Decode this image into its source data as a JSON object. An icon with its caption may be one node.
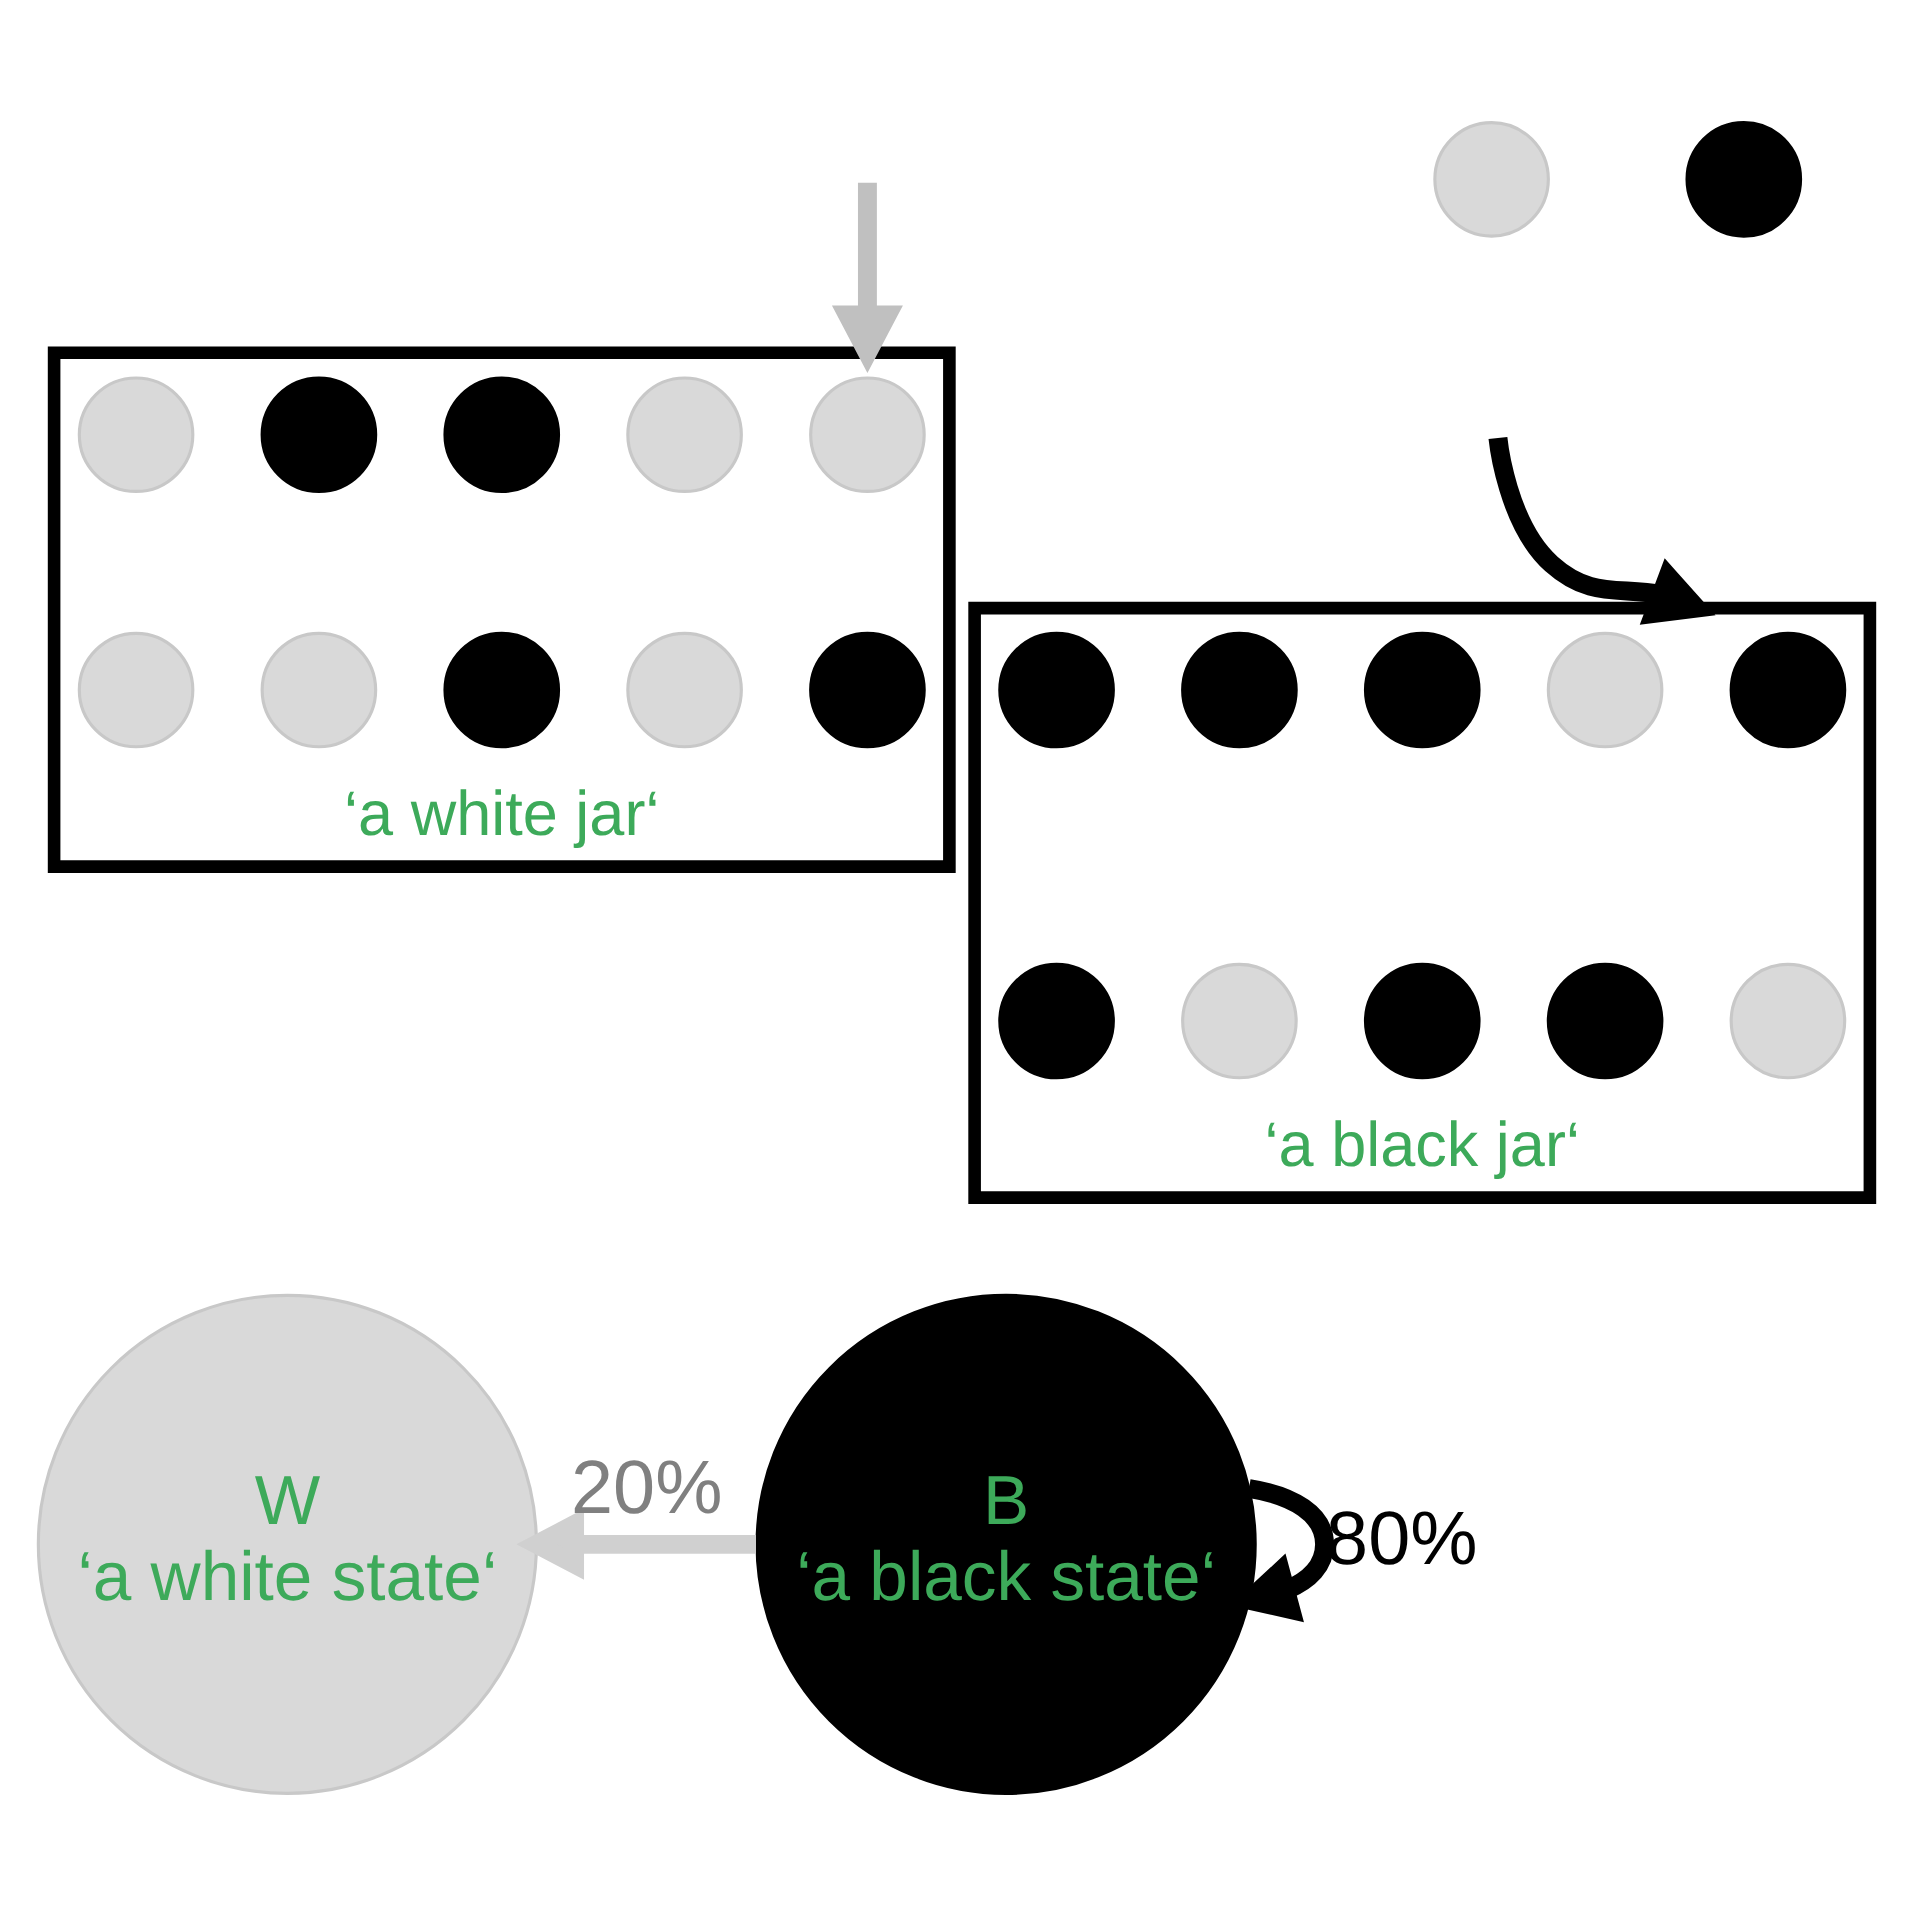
{
  "diagram": {
    "nodes": [
      {
        "text": [],
        "shape": "circle"
      },
      {
        "text": [],
        "shape": "circle"
      },
      {
        "text": [],
        "shape": "box",
        "beside": [
          "‘a white jar‘"
        ]
      },
      {
        "text": [],
        "shape": "circle",
        "in": 2
      },
      {
        "text": [],
        "shape": "circle",
        "in": 2
      },
      {
        "text": [],
        "shape": "circle",
        "in": 2
      },
      {
        "text": [],
        "shape": "circle",
        "in": 2
      },
      {
        "text": [],
        "shape": "circle",
        "in": 2
      },
      {
        "text": [],
        "shape": "circle",
        "in": 2
      },
      {
        "text": [],
        "shape": "circle",
        "in": 2
      },
      {
        "text": [],
        "shape": "circle",
        "in": 2
      },
      {
        "text": [],
        "shape": "circle",
        "in": 2
      },
      {
        "text": [],
        "shape": "circle",
        "in": 2
      },
      {
        "text": [],
        "shape": "box",
        "beside": [
          "‘a black jar‘"
        ]
      },
      {
        "text": [],
        "shape": "circle",
        "in": 13
      },
      {
        "text": [],
        "shape": "circle",
        "in": 13
      },
      {
        "text": [],
        "shape": "circle",
        "in": 13
      },
      {
        "text": [],
        "shape": "circle",
        "in": 13
      },
      {
        "text": [],
        "shape": "circle",
        "in": 13
      },
      {
        "text": [],
        "shape": "circle",
        "in": 13
      },
      {
        "text": [],
        "shape": "circle",
        "in": 13
      },
      {
        "text": [],
        "shape": "circle",
        "in": 13
      },
      {
        "text": [],
        "shape": "circle",
        "in": 13
      },
      {
        "text": [],
        "shape": "circle",
        "in": 13
      },
      {
        "text": [
          "W",
          "‘a white state‘"
        ]
      },
      {
        "text": [
          "B",
          "‘a black state‘"
        ]
      }
    ],
    "edges": [
      {
        "from": null,
        "to": 2,
        "arrow": "to",
        "color": "#c0c0c0"
      },
      {
        "from": null,
        "to": 13,
        "arrow": "to"
      },
      {
        "from": 25,
        "to": 25,
        "arrow": "to",
        "label": "80%"
      },
      {
        "from": 25,
        "to": 24,
        "arrow": "to",
        "label": "20%",
        "color": "#d0d0d0"
      }
    ]
  }
}
